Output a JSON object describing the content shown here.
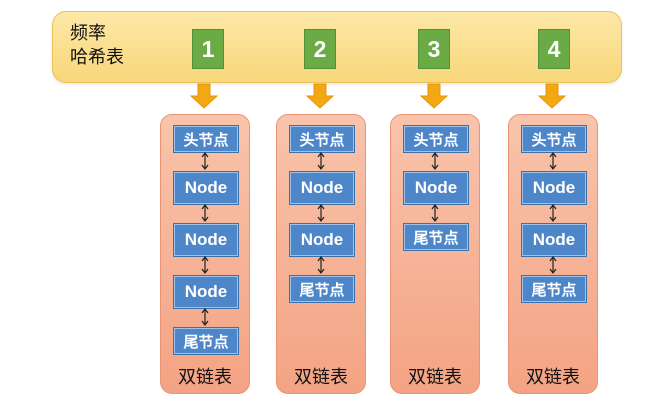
{
  "frequency_hash": {
    "label_line1": "频率",
    "label_line2": "哈希表",
    "keys": [
      "1",
      "2",
      "3",
      "4"
    ]
  },
  "lists": [
    {
      "freq": "1",
      "nodes": [
        "头节点",
        "Node",
        "Node",
        "Node",
        "尾节点"
      ],
      "label": "双链表"
    },
    {
      "freq": "2",
      "nodes": [
        "头节点",
        "Node",
        "Node",
        "尾节点"
      ],
      "label": "双链表"
    },
    {
      "freq": "3",
      "nodes": [
        "头节点",
        "Node",
        "尾节点"
      ],
      "label": "双链表"
    },
    {
      "freq": "4",
      "nodes": [
        "头节点",
        "Node",
        "Node",
        "尾节点"
      ],
      "label": "双链表"
    }
  ],
  "colors": {
    "hash_bar": "#f8d77a",
    "freq_key": "#6aab46",
    "list_bg": "#f3a383",
    "node": "#4d86c9",
    "arrow": "#f3a712"
  }
}
